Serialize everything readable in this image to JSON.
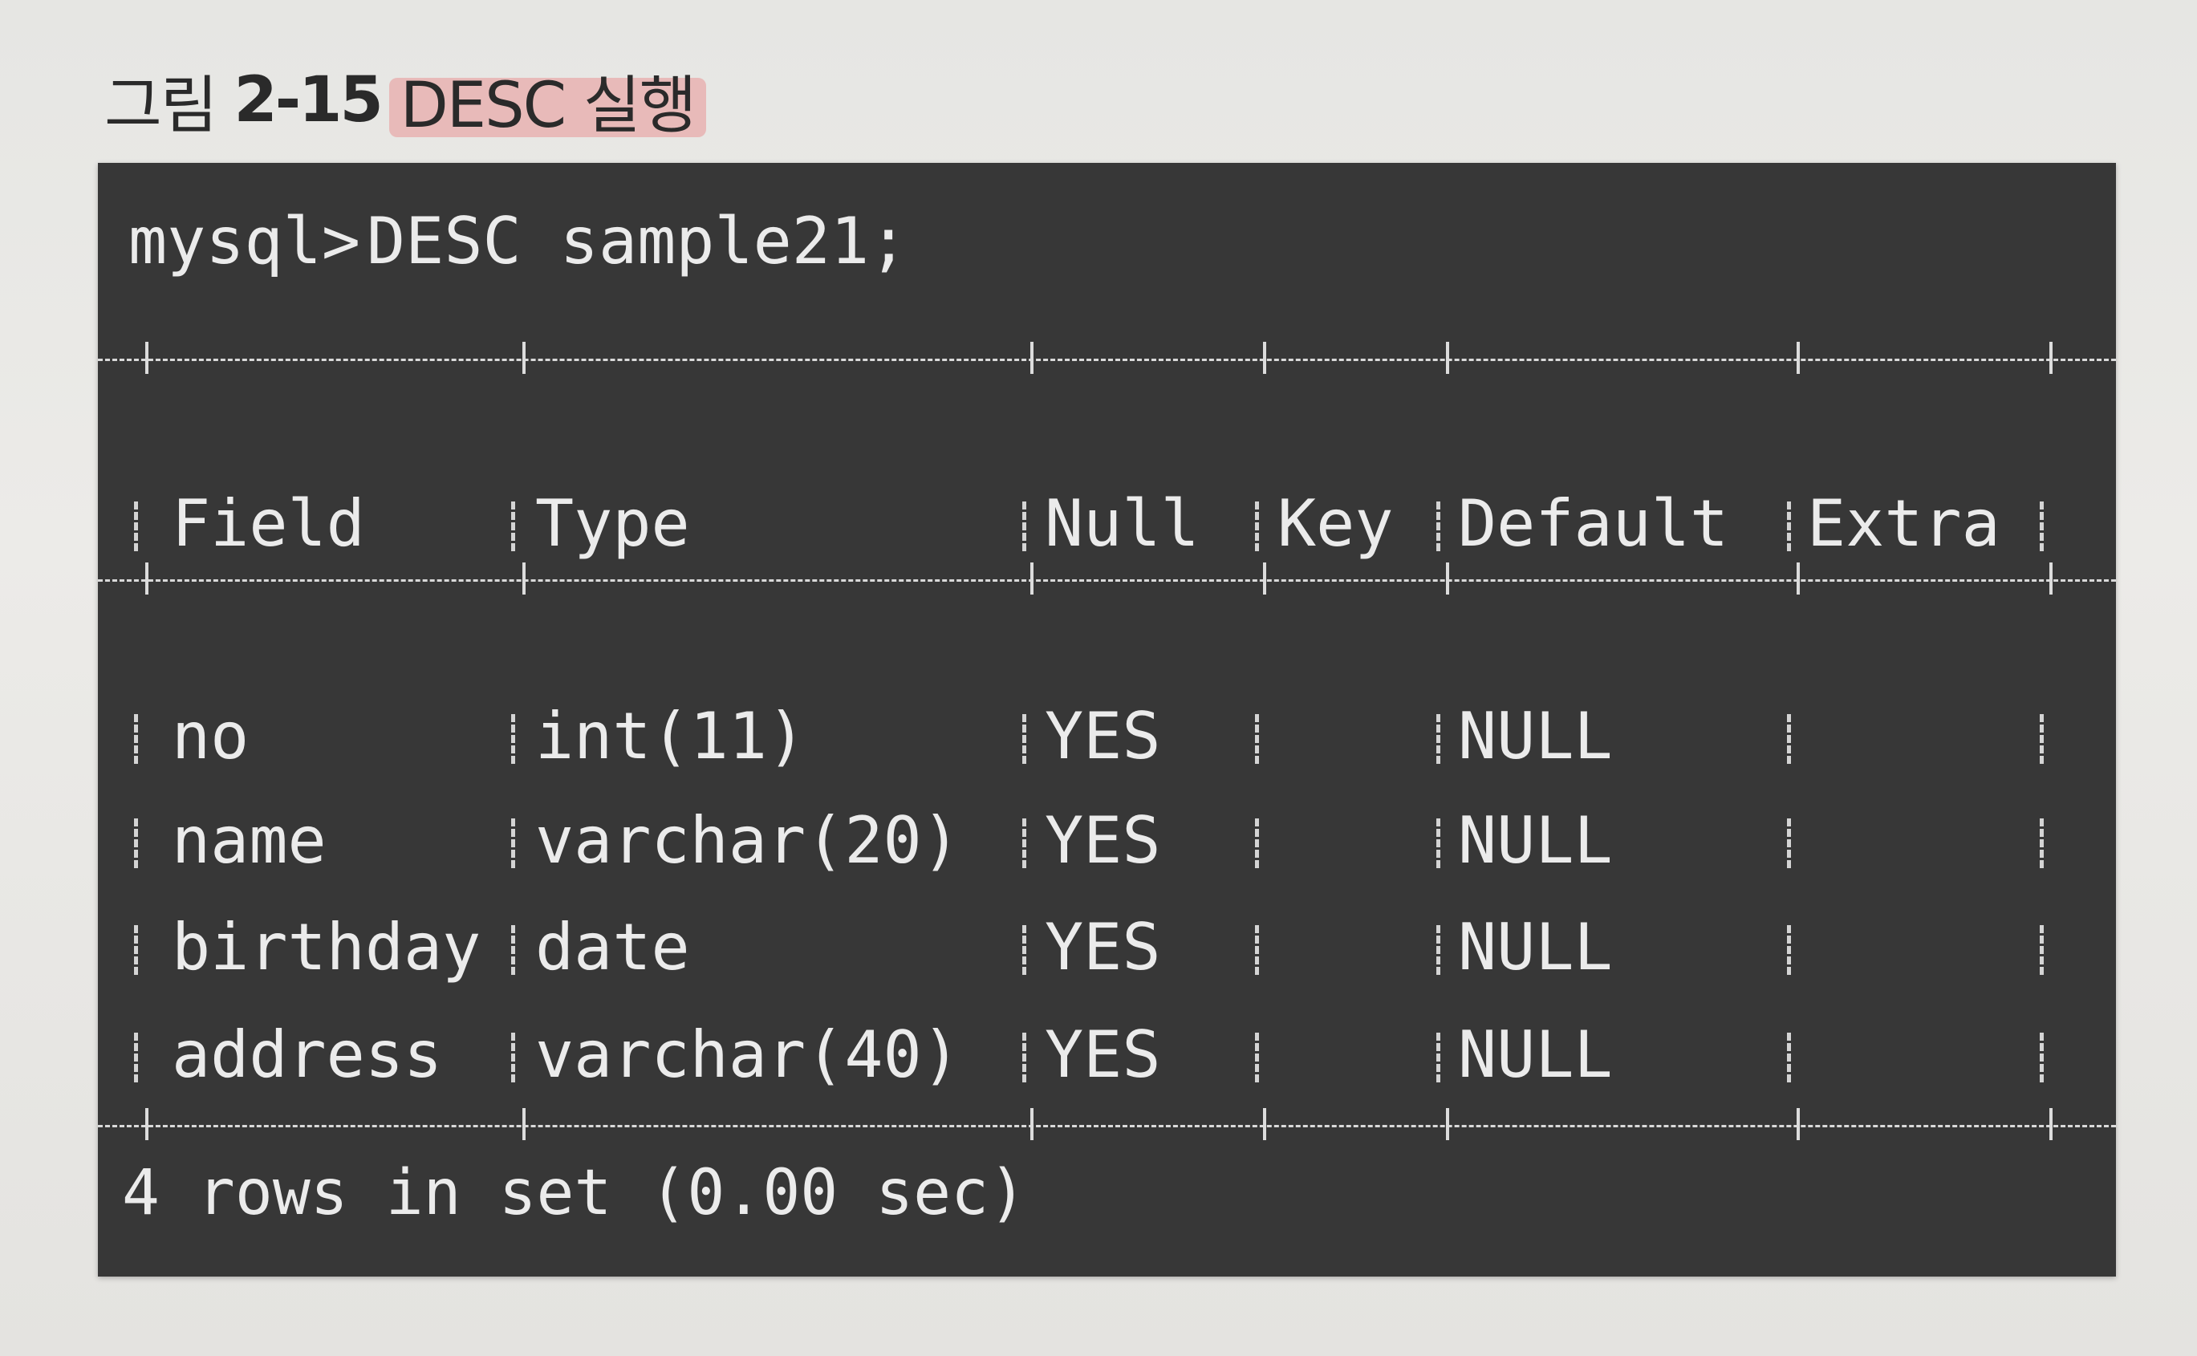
{
  "caption": {
    "label": "그림",
    "number": "2-15",
    "title": "DESC 실행"
  },
  "terminal": {
    "prompt": "mysql>",
    "command": "DESC sample21;",
    "columns": [
      "Field",
      "Type",
      "Null",
      "Key",
      "Default",
      "Extra"
    ],
    "rows": [
      {
        "field": "no",
        "type": "int(11)",
        "null": "YES",
        "key": "",
        "default": "NULL",
        "extra": ""
      },
      {
        "field": "name",
        "type": "varchar(20)",
        "null": "YES",
        "key": "",
        "default": "NULL",
        "extra": ""
      },
      {
        "field": "birthday",
        "type": "date",
        "null": "YES",
        "key": "",
        "default": "NULL",
        "extra": ""
      },
      {
        "field": "address",
        "type": "varchar(40)",
        "null": "YES",
        "key": "",
        "default": "NULL",
        "extra": ""
      }
    ],
    "footer": "4 rows in set (0.00 sec)"
  }
}
